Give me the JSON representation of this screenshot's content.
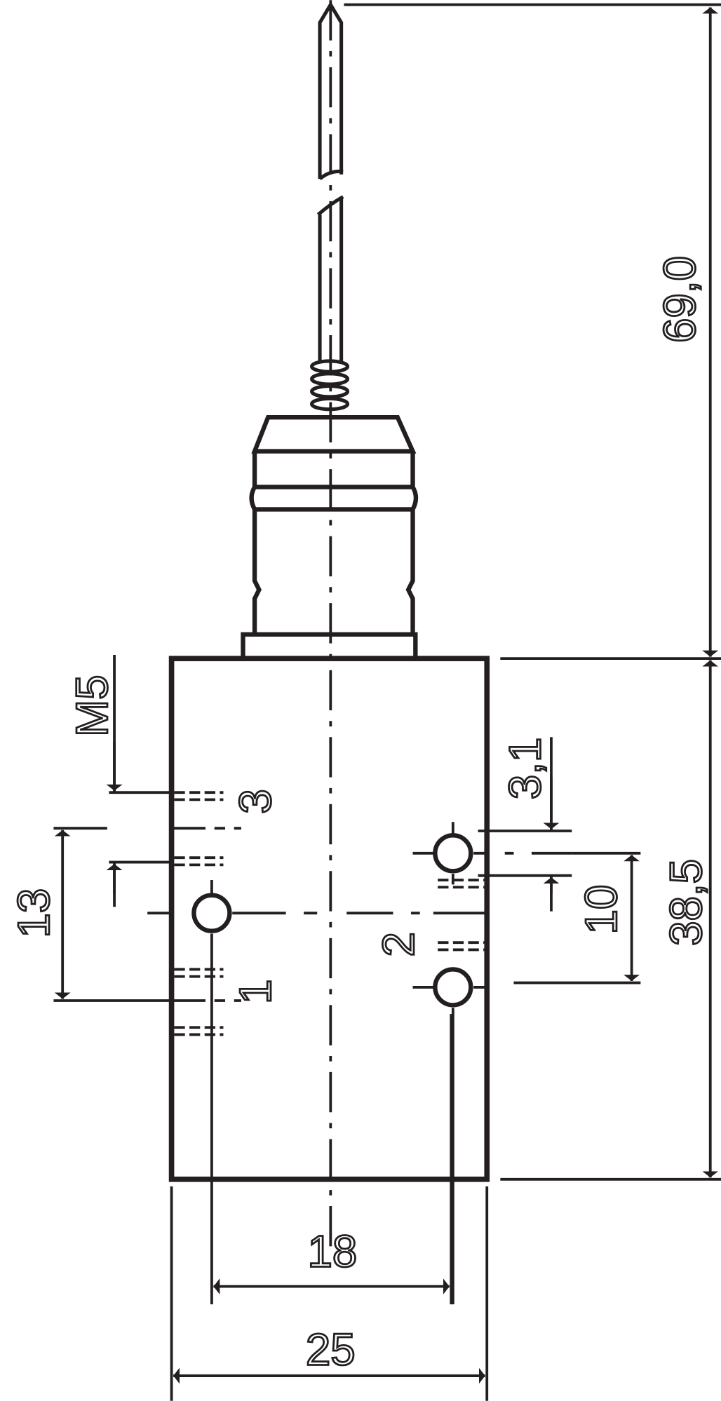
{
  "title": "Roller lever valve dimension drawing",
  "colors": {
    "line": "#231f20",
    "background": "#ffffff"
  },
  "dimensions": {
    "overall_lever": "69,0",
    "body_height": "38,5",
    "port_offset": "3,1",
    "port_spacing_right": "10",
    "port_spacing_left": "13",
    "thread": "M5",
    "hole_spacing": "18",
    "body_width": "25"
  },
  "ports": {
    "p3": "3",
    "p2": "2",
    "p1": "1"
  }
}
